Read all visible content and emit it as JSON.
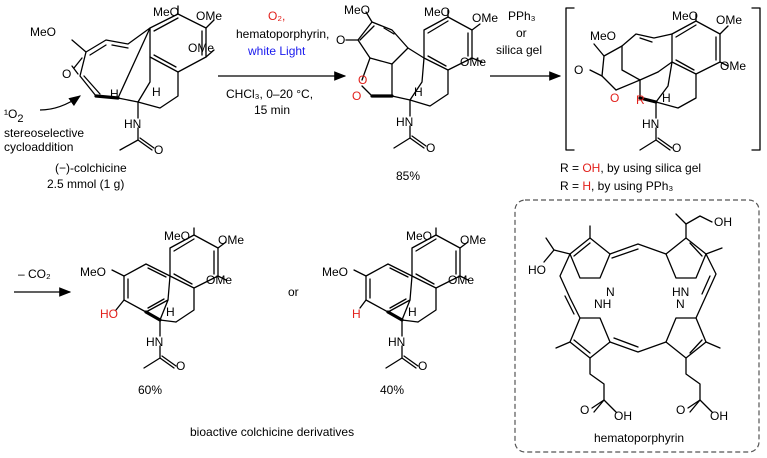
{
  "colchicine": {
    "name": "(−)-colchicine",
    "amount": "2.5 mmol (1 g)",
    "singlet_oxygen": "¹O",
    "singlet_oxygen_sub": "2",
    "note_line1": "stereoselective",
    "note_line2": "cycloaddition",
    "labels": {
      "meo1": "MeO",
      "ome1": "OMe",
      "ome2": "OMe",
      "meo_left": "MeO",
      "o": "O",
      "h": "H",
      "hn": "HN",
      "o2": "O"
    }
  },
  "step1": {
    "reagent_o2": "O₂,",
    "reagent_2": "hematoporphyrin,",
    "reagent_3": "white Light",
    "cond_1": "CHCl₃, 0–20 °C,",
    "cond_2": "15 min"
  },
  "endoperoxide": {
    "yield": "85%",
    "labels": {
      "meo_top": "MeO",
      "meo": "MeO",
      "ome": "OMe",
      "ome2": "OMe",
      "o_keto": "O",
      "o1": "O",
      "o2": "O",
      "h": "H",
      "hn": "HN",
      "o_amide": "O"
    }
  },
  "step2": {
    "reagent_1": "PPh₃",
    "reagent_2": "or",
    "reagent_3": "silica gel"
  },
  "lactone": {
    "labels": {
      "meo": "MeO",
      "meo2": "MeO",
      "ome": "OMe",
      "ome2": "OMe",
      "o1": "O",
      "o2": "O",
      "r": "R",
      "h": "H",
      "hn": "HN",
      "o_amide": "O"
    },
    "r_oh_prefix": "R = ",
    "r_oh_value": "OH",
    "r_oh_suffix": ", by using silica gel",
    "r_h_prefix": "R = ",
    "r_h_value": "H",
    "r_h_suffix": ", by using PPh₃"
  },
  "step3": {
    "reagent": "– CO₂"
  },
  "product_oh": {
    "yield": "60%",
    "labels": {
      "meo": "MeO",
      "meo2": "MeO",
      "ome": "OMe",
      "ome2": "OMe",
      "ho": "HO",
      "h": "H",
      "hn": "HN",
      "o": "O"
    }
  },
  "or_text": "or",
  "product_h": {
    "yield": "40%",
    "labels": {
      "meo": "MeO",
      "meo2": "MeO",
      "ome": "OMe",
      "ome2": "OMe",
      "h_red": "H",
      "h": "H",
      "hn": "HN",
      "o": "O"
    }
  },
  "caption": "bioactive colchicine derivatives",
  "hematoporphyrin": {
    "name": "hematoporphyrin",
    "labels": {
      "oh_top": "OH",
      "ho_left": "HO",
      "n1": "N",
      "hn1": "HN",
      "nh2": "NH",
      "n2": "N",
      "o1": "O",
      "oh1": "OH",
      "o2": "O",
      "oh2": "OH"
    }
  },
  "colors": {
    "red": "#e2211c",
    "blue": "#1a1aee",
    "box_border": "#555555"
  }
}
